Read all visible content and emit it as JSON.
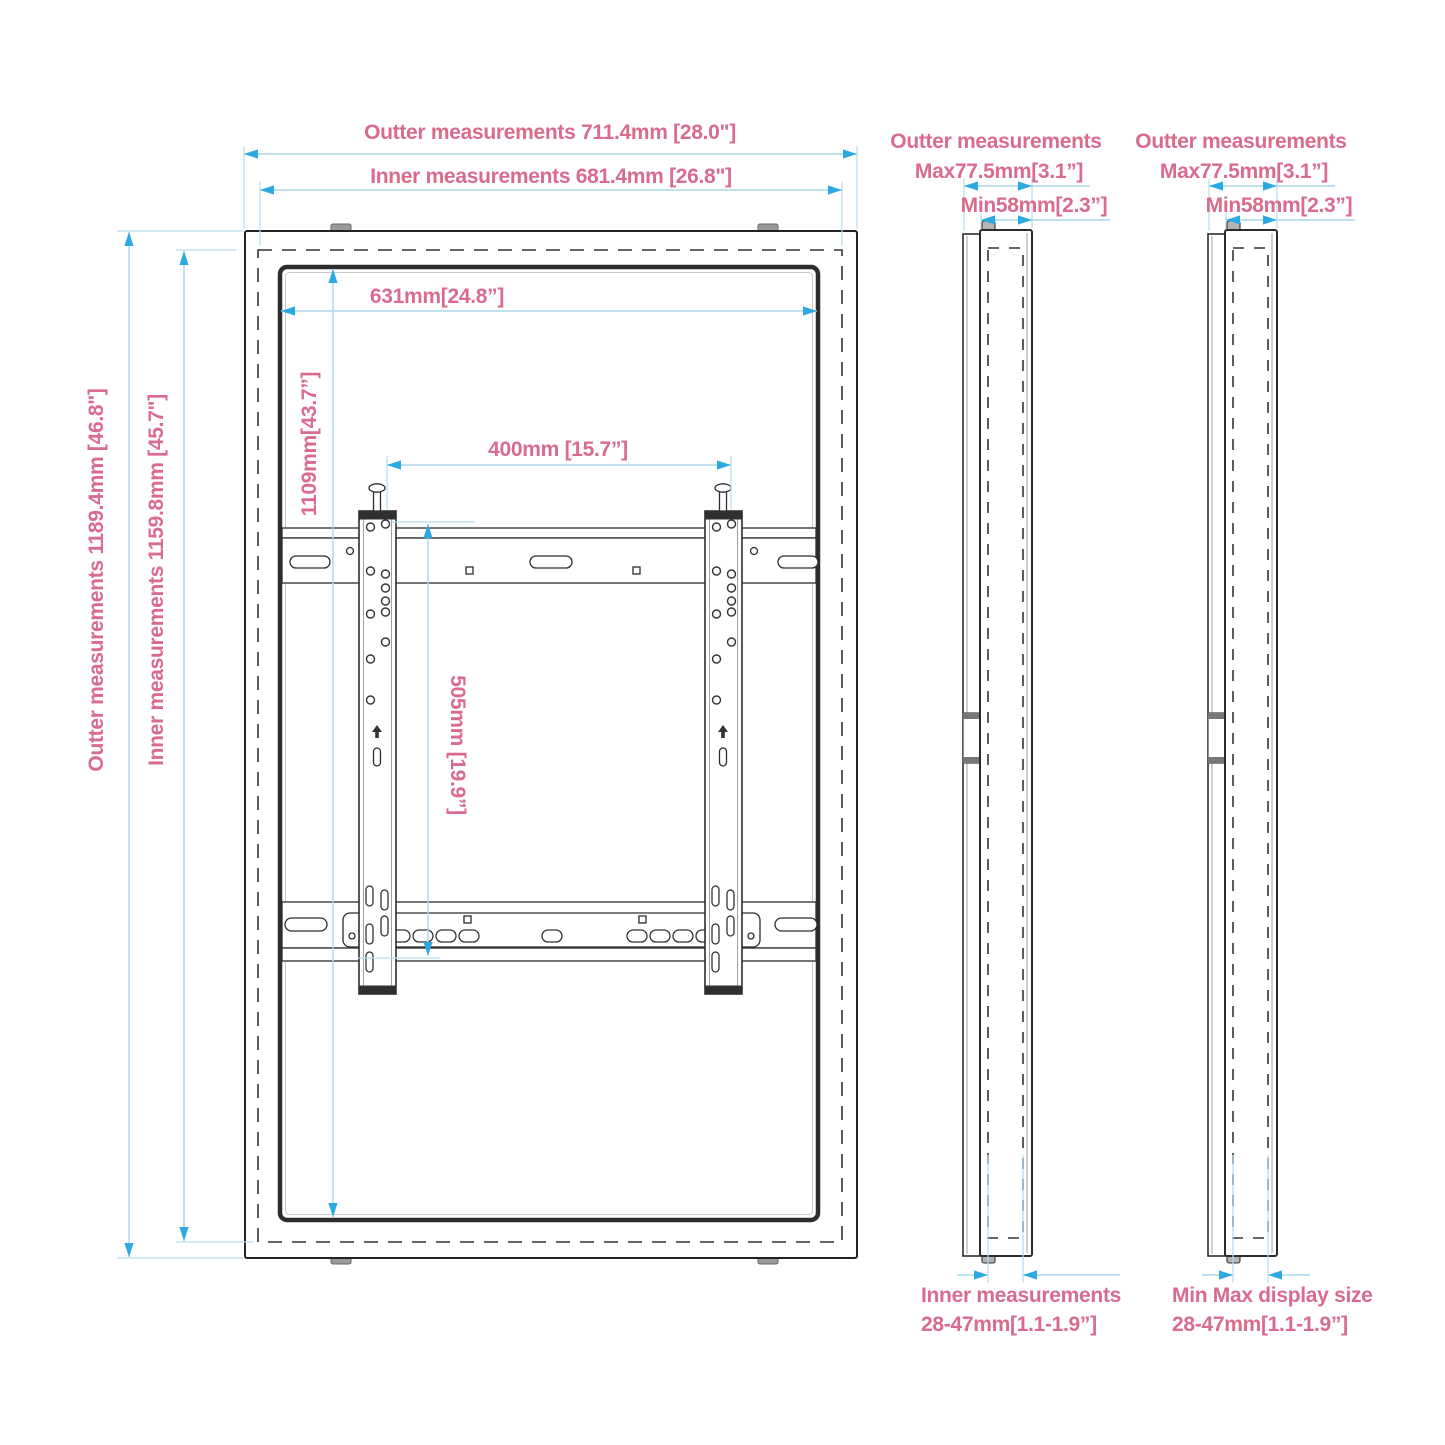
{
  "colors": {
    "dimension_text": "#d96b8c",
    "dimension_arrow": "#2ba9e0",
    "dimension_line": "#a9d7ea",
    "drawing_ink": "#2d2d2d"
  },
  "front_view": {
    "top_outer_label": "Outter measurements 711.4mm [28.0\"]",
    "top_inner_label": "Inner measurements 681.4mm [26.8\"]",
    "left_outer_label": "Outter measurements 1189.4mm [46.8\"]",
    "left_inner_label": "Inner measurements 1159.8mm [45.7\"]",
    "inner_width_label": "631mm[24.8”]",
    "inner_height_label": "1109mm[43.7”]",
    "vesa_width_label": "400mm [15.7”]",
    "vesa_height_label": "505mm [19.9”]"
  },
  "side_view_left": {
    "depth_title": "Outter measurements",
    "depth_max_label": "Max77.5mm[3.1”]",
    "depth_min_label": "Min58mm[2.3”]",
    "bottom_label_line1": "Inner measurements",
    "bottom_label_line2": "28-47mm[1.1-1.9”]"
  },
  "side_view_right": {
    "depth_title": "Outter measurements",
    "depth_max_label": "Max77.5mm[3.1”]",
    "depth_min_label": "Min58mm[2.3”]",
    "bottom_label_line1": "Min Max display size",
    "bottom_label_line2": "28-47mm[1.1-1.9”]"
  }
}
